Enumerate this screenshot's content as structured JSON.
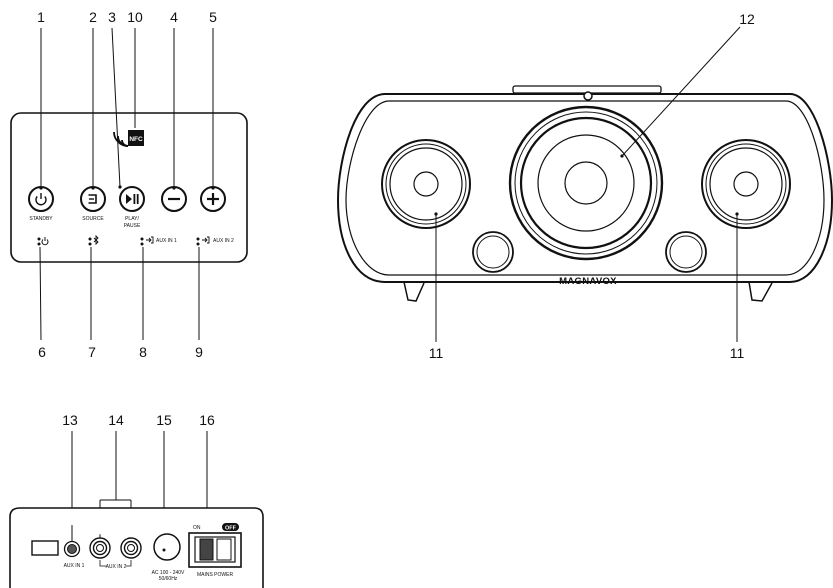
{
  "callouts": {
    "c1": "1",
    "c2": "2",
    "c3": "3",
    "c10": "10",
    "c4": "4",
    "c5": "5",
    "c6": "6",
    "c7": "7",
    "c8": "8",
    "c9": "9",
    "c12": "12",
    "c11a": "11",
    "c11b": "11",
    "c13": "13",
    "c14": "14",
    "c15": "15",
    "c16": "16"
  },
  "top_panel": {
    "standby": "STANDBY",
    "source": "SOURCE",
    "play_pause_1": "PLAY/",
    "play_pause_2": "PAUSE",
    "nfc": "NFC",
    "aux_in_1": "AUX IN 1",
    "aux_in_2": "AUX IN 2"
  },
  "front": {
    "brand": "MAGNAVOX"
  },
  "rear_panel": {
    "aux_in_1": "AUX IN 1",
    "aux_in_2": "AUX IN 2",
    "ac_1": "AC 100 - 240V",
    "ac_2": "50/60Hz",
    "on": "ON",
    "off": "OFF",
    "mains_power": "MAINS POWER"
  }
}
